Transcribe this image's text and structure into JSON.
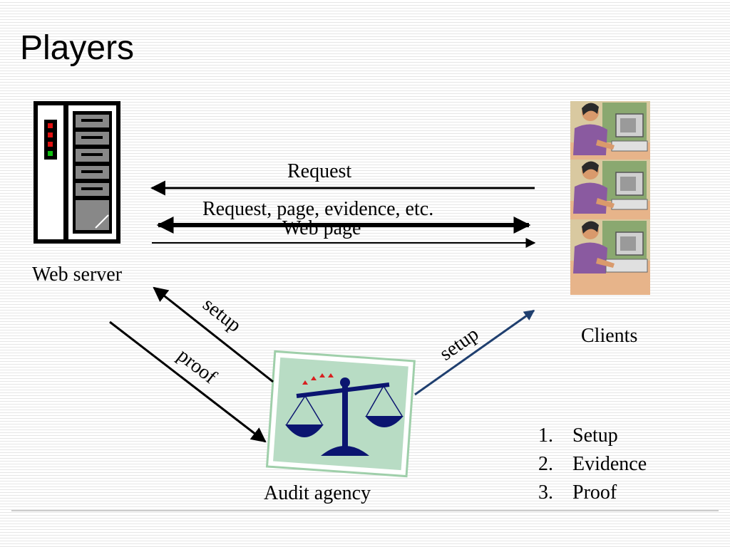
{
  "title": "Players",
  "nodes": {
    "web_server": "Web server",
    "clients": "Clients",
    "audit_agency": "Audit agency"
  },
  "edges": {
    "request": "Request",
    "request_page_evidence": "Request, page, evidence, etc.",
    "web_page": "Web page",
    "setup_server": "setup",
    "proof": "proof",
    "setup_client": "setup"
  },
  "steps": [
    {
      "num": "1.",
      "label": "Setup"
    },
    {
      "num": "2.",
      "label": "Evidence"
    },
    {
      "num": "3.",
      "label": "Proof"
    }
  ],
  "colors": {
    "arrow_black": "#000000",
    "arrow_blue": "#1f3f6f",
    "scale_navy": "#0b1570",
    "certificate_green": "#b8dcc4"
  },
  "icons": [
    "server-icon",
    "client-computer-icon",
    "scales-of-justice-icon"
  ]
}
